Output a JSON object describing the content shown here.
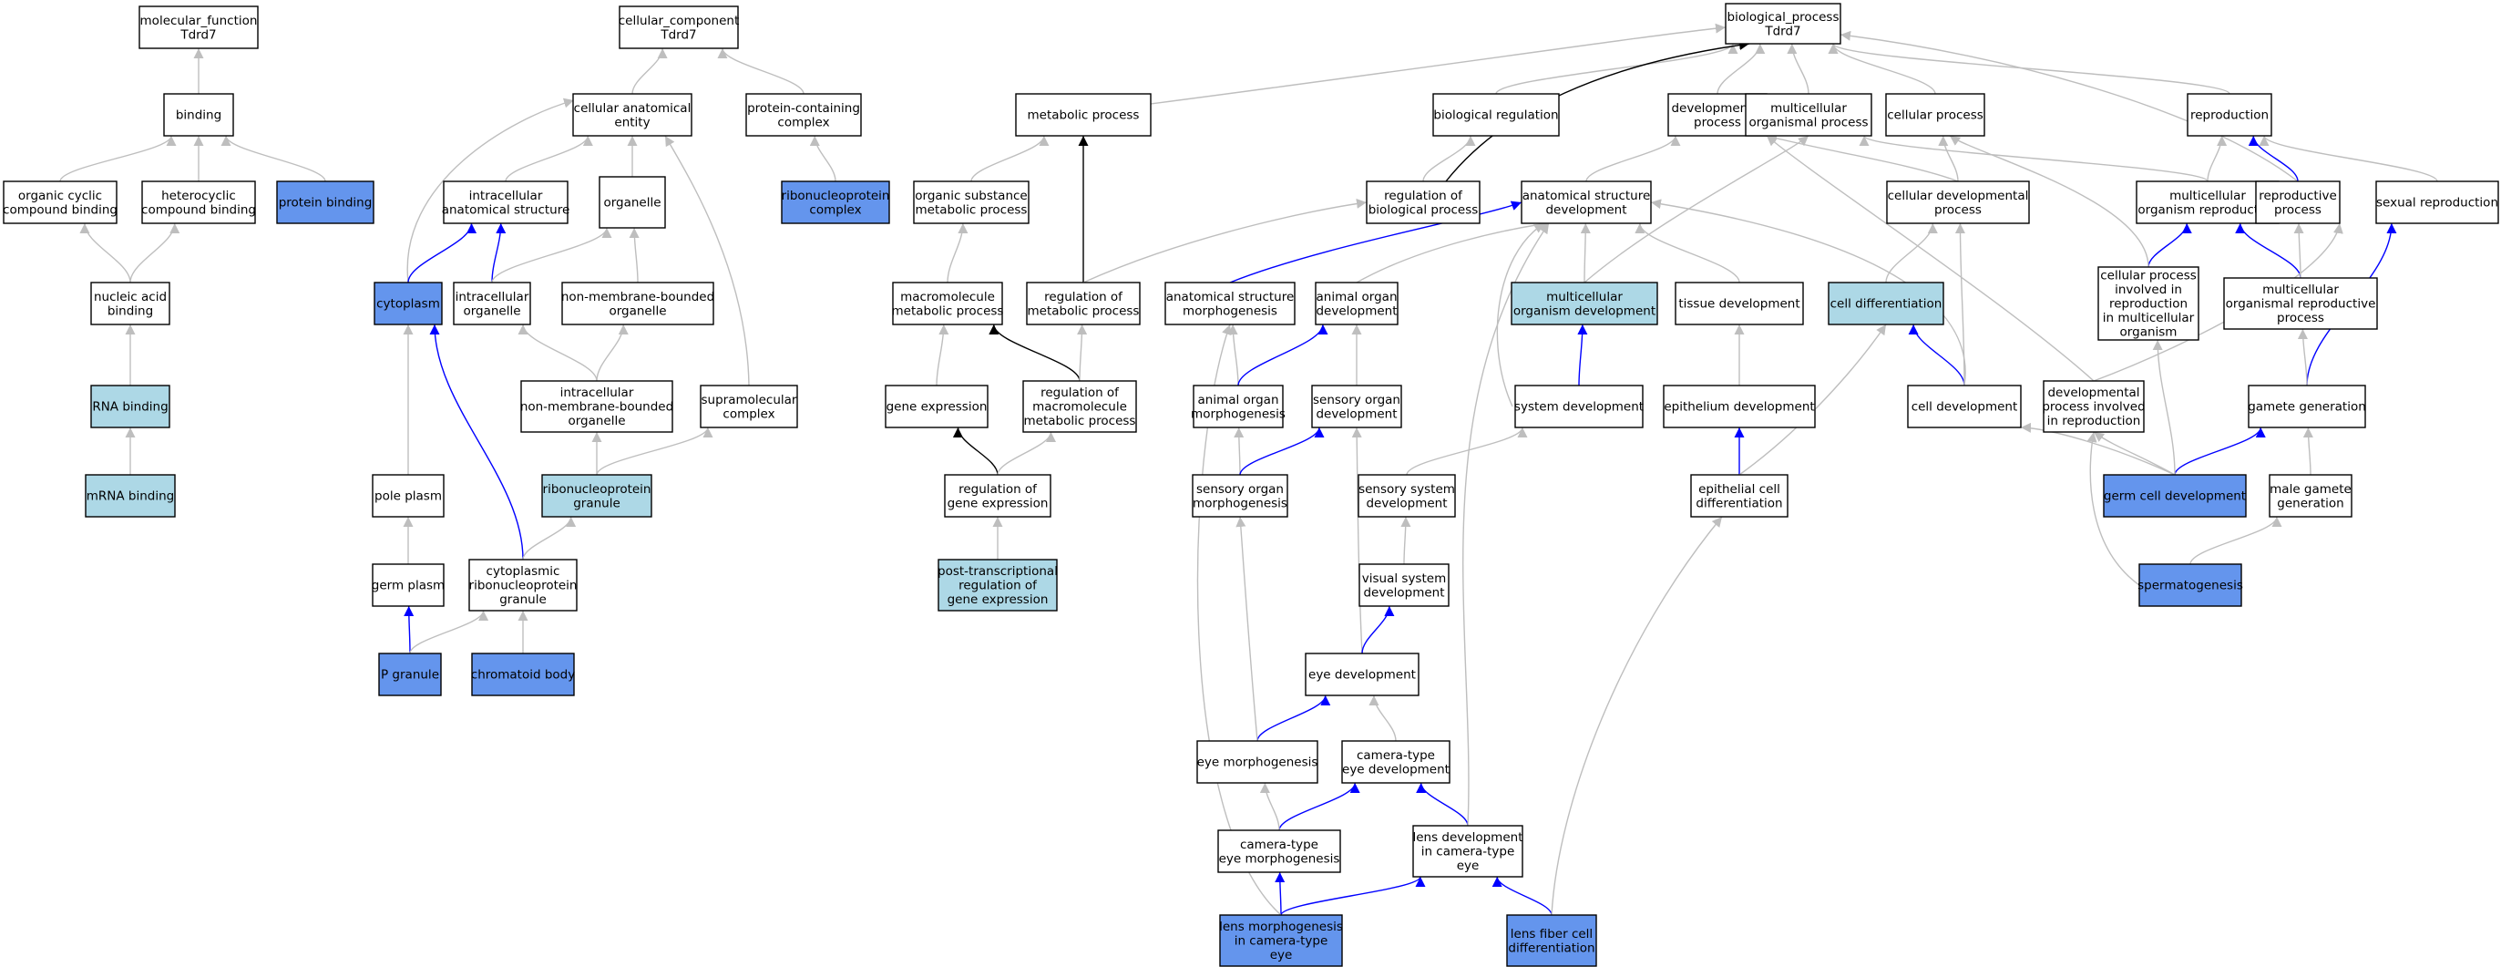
{
  "colors": {
    "node_default": "#ffffff",
    "node_light": "#add8e6",
    "node_dark": "#6495ed",
    "edge_is_a": "#bebebe",
    "edge_part_of": "#0000ff",
    "edge_regulates": "#000000"
  },
  "nodes": [
    {
      "id": "mf",
      "lines": [
        "molecular_function",
        "Tdrd7"
      ],
      "fill": "white"
    },
    {
      "id": "binding",
      "lines": [
        "binding"
      ],
      "fill": "white"
    },
    {
      "id": "ocb",
      "lines": [
        "organic cyclic",
        "compound binding"
      ],
      "fill": "white"
    },
    {
      "id": "hcb",
      "lines": [
        "heterocyclic",
        "compound binding"
      ],
      "fill": "white"
    },
    {
      "id": "protb",
      "lines": [
        "protein binding"
      ],
      "fill": "dark"
    },
    {
      "id": "nab",
      "lines": [
        "nucleic acid",
        "binding"
      ],
      "fill": "white"
    },
    {
      "id": "rnab",
      "lines": [
        "RNA binding"
      ],
      "fill": "light"
    },
    {
      "id": "mrnab",
      "lines": [
        "mRNA binding"
      ],
      "fill": "light"
    },
    {
      "id": "cc",
      "lines": [
        "cellular_component",
        "Tdrd7"
      ],
      "fill": "white"
    },
    {
      "id": "cae",
      "lines": [
        "cellular anatomical",
        "entity"
      ],
      "fill": "white"
    },
    {
      "id": "pcc",
      "lines": [
        "protein-containing",
        "complex"
      ],
      "fill": "white"
    },
    {
      "id": "rnpc",
      "lines": [
        "ribonucleoprotein",
        "complex"
      ],
      "fill": "dark"
    },
    {
      "id": "ias",
      "lines": [
        "intracellular",
        "anatomical structure"
      ],
      "fill": "white"
    },
    {
      "id": "organelle",
      "lines": [
        "organelle"
      ],
      "fill": "white"
    },
    {
      "id": "cytoplasm",
      "lines": [
        "cytoplasm"
      ],
      "fill": "dark"
    },
    {
      "id": "io",
      "lines": [
        "intracellular",
        "organelle"
      ],
      "fill": "white"
    },
    {
      "id": "nmbo",
      "lines": [
        "non-membrane-bounded",
        "organelle"
      ],
      "fill": "white"
    },
    {
      "id": "inmbo",
      "lines": [
        "intracellular",
        "non-membrane-bounded",
        "organelle"
      ],
      "fill": "white"
    },
    {
      "id": "smc",
      "lines": [
        "supramolecular",
        "complex"
      ],
      "fill": "white"
    },
    {
      "id": "pole",
      "lines": [
        "pole plasm"
      ],
      "fill": "white"
    },
    {
      "id": "rnpg",
      "lines": [
        "ribonucleoprotein",
        "granule"
      ],
      "fill": "light"
    },
    {
      "id": "germplasm",
      "lines": [
        "germ plasm"
      ],
      "fill": "white"
    },
    {
      "id": "crnpg",
      "lines": [
        "cytoplasmic",
        "ribonucleoprotein",
        "granule"
      ],
      "fill": "white"
    },
    {
      "id": "pgran",
      "lines": [
        "P granule"
      ],
      "fill": "dark"
    },
    {
      "id": "chromb",
      "lines": [
        "chromatoid body"
      ],
      "fill": "dark"
    },
    {
      "id": "bp",
      "lines": [
        "biological_process",
        "Tdrd7"
      ],
      "fill": "white"
    },
    {
      "id": "metab",
      "lines": [
        "metabolic process"
      ],
      "fill": "white"
    },
    {
      "id": "breg",
      "lines": [
        "biological regulation"
      ],
      "fill": "white"
    },
    {
      "id": "devp",
      "lines": [
        "developmental",
        "process"
      ],
      "fill": "white"
    },
    {
      "id": "mop",
      "lines": [
        "multicellular",
        "organismal process"
      ],
      "fill": "white"
    },
    {
      "id": "cellp",
      "lines": [
        "cellular process"
      ],
      "fill": "white"
    },
    {
      "id": "repro",
      "lines": [
        "reproduction"
      ],
      "fill": "white"
    },
    {
      "id": "osmp",
      "lines": [
        "organic substance",
        "metabolic process"
      ],
      "fill": "white"
    },
    {
      "id": "rbp",
      "lines": [
        "regulation of",
        "biological process"
      ],
      "fill": "white"
    },
    {
      "id": "asd",
      "lines": [
        "anatomical structure",
        "development"
      ],
      "fill": "white"
    },
    {
      "id": "cdp",
      "lines": [
        "cellular developmental",
        "process"
      ],
      "fill": "white"
    },
    {
      "id": "mor",
      "lines": [
        "multicellular",
        "organism reproduction"
      ],
      "fill": "white"
    },
    {
      "id": "rp",
      "lines": [
        "reproductive",
        "process"
      ],
      "fill": "white"
    },
    {
      "id": "sexr",
      "lines": [
        "sexual reproduction"
      ],
      "fill": "white"
    },
    {
      "id": "mmp",
      "lines": [
        "macromolecule",
        "metabolic process"
      ],
      "fill": "white"
    },
    {
      "id": "rmp",
      "lines": [
        "regulation of",
        "metabolic process"
      ],
      "fill": "white"
    },
    {
      "id": "asm",
      "lines": [
        "anatomical structure",
        "morphogenesis"
      ],
      "fill": "white"
    },
    {
      "id": "aod",
      "lines": [
        "animal organ",
        "development"
      ],
      "fill": "white"
    },
    {
      "id": "mod",
      "lines": [
        "multicellular",
        "organism development"
      ],
      "fill": "light"
    },
    {
      "id": "tissue",
      "lines": [
        "tissue development"
      ],
      "fill": "white"
    },
    {
      "id": "celldiff",
      "lines": [
        "cell differentiation"
      ],
      "fill": "light"
    },
    {
      "id": "cpir",
      "lines": [
        "cellular process",
        "involved in",
        "reproduction",
        "in multicellular",
        "organism"
      ],
      "fill": "white"
    },
    {
      "id": "morp",
      "lines": [
        "multicellular",
        "organismal reproductive",
        "process"
      ],
      "fill": "white"
    },
    {
      "id": "geneexp",
      "lines": [
        "gene expression"
      ],
      "fill": "white"
    },
    {
      "id": "rmmp",
      "lines": [
        "regulation of",
        "macromolecule",
        "metabolic process"
      ],
      "fill": "white"
    },
    {
      "id": "aom",
      "lines": [
        "animal organ",
        "morphogenesis"
      ],
      "fill": "white"
    },
    {
      "id": "sod",
      "lines": [
        "sensory organ",
        "development"
      ],
      "fill": "white"
    },
    {
      "id": "sysdev",
      "lines": [
        "system development"
      ],
      "fill": "white"
    },
    {
      "id": "epidev",
      "lines": [
        "epithelium development"
      ],
      "fill": "white"
    },
    {
      "id": "celldev",
      "lines": [
        "cell development"
      ],
      "fill": "white"
    },
    {
      "id": "dpir",
      "lines": [
        "developmental",
        "process involved",
        "in reproduction"
      ],
      "fill": "white"
    },
    {
      "id": "gamgen",
      "lines": [
        "gamete generation"
      ],
      "fill": "white"
    },
    {
      "id": "rge",
      "lines": [
        "regulation of",
        "gene expression"
      ],
      "fill": "white"
    },
    {
      "id": "som",
      "lines": [
        "sensory organ",
        "morphogenesis"
      ],
      "fill": "white"
    },
    {
      "id": "ssd",
      "lines": [
        "sensory system",
        "development"
      ],
      "fill": "white"
    },
    {
      "id": "ecd",
      "lines": [
        "epithelial cell",
        "differentiation"
      ],
      "fill": "white"
    },
    {
      "id": "gcd",
      "lines": [
        "germ cell development"
      ],
      "fill": "dark"
    },
    {
      "id": "mgg",
      "lines": [
        "male gamete",
        "generation"
      ],
      "fill": "white"
    },
    {
      "id": "ptrge",
      "lines": [
        "post-transcriptional",
        "regulation of",
        "gene expression"
      ],
      "fill": "light"
    },
    {
      "id": "vsd",
      "lines": [
        "visual system",
        "development"
      ],
      "fill": "white"
    },
    {
      "id": "spermato",
      "lines": [
        "spermatogenesis"
      ],
      "fill": "dark"
    },
    {
      "id": "eyedev",
      "lines": [
        "eye development"
      ],
      "fill": "white"
    },
    {
      "id": "eyemorph",
      "lines": [
        "eye morphogenesis"
      ],
      "fill": "white"
    },
    {
      "id": "cted",
      "lines": [
        "camera-type",
        "eye development"
      ],
      "fill": "white"
    },
    {
      "id": "ctem",
      "lines": [
        "camera-type",
        "eye morphogenesis"
      ],
      "fill": "white"
    },
    {
      "id": "ldcte",
      "lines": [
        "lens development",
        "in camera-type",
        "eye"
      ],
      "fill": "white"
    },
    {
      "id": "lmcte",
      "lines": [
        "lens morphogenesis",
        "in camera-type",
        "eye"
      ],
      "fill": "dark"
    },
    {
      "id": "lfcd",
      "lines": [
        "lens fiber cell",
        "differentiation"
      ],
      "fill": "dark"
    }
  ],
  "edges": [
    {
      "from": "binding",
      "to": "mf",
      "type": "is_a"
    },
    {
      "from": "ocb",
      "to": "binding",
      "type": "is_a"
    },
    {
      "from": "hcb",
      "to": "binding",
      "type": "is_a"
    },
    {
      "from": "protb",
      "to": "binding",
      "type": "is_a"
    },
    {
      "from": "nab",
      "to": "ocb",
      "type": "is_a"
    },
    {
      "from": "nab",
      "to": "hcb",
      "type": "is_a"
    },
    {
      "from": "rnab",
      "to": "nab",
      "type": "is_a"
    },
    {
      "from": "mrnab",
      "to": "rnab",
      "type": "is_a"
    },
    {
      "from": "cae",
      "to": "cc",
      "type": "is_a"
    },
    {
      "from": "pcc",
      "to": "cc",
      "type": "is_a"
    },
    {
      "from": "rnpc",
      "to": "pcc",
      "type": "is_a"
    },
    {
      "from": "ias",
      "to": "cae",
      "type": "is_a"
    },
    {
      "from": "organelle",
      "to": "cae",
      "type": "is_a"
    },
    {
      "from": "cytoplasm",
      "to": "cae",
      "type": "is_a"
    },
    {
      "from": "smc",
      "to": "cae",
      "type": "is_a"
    },
    {
      "from": "cytoplasm",
      "to": "ias",
      "type": "part_of"
    },
    {
      "from": "io",
      "to": "ias",
      "type": "part_of"
    },
    {
      "from": "io",
      "to": "organelle",
      "type": "is_a"
    },
    {
      "from": "nmbo",
      "to": "organelle",
      "type": "is_a"
    },
    {
      "from": "inmbo",
      "to": "io",
      "type": "is_a"
    },
    {
      "from": "inmbo",
      "to": "nmbo",
      "type": "is_a"
    },
    {
      "from": "rnpg",
      "to": "inmbo",
      "type": "is_a"
    },
    {
      "from": "rnpg",
      "to": "smc",
      "type": "is_a"
    },
    {
      "from": "pole",
      "to": "cytoplasm",
      "type": "is_a"
    },
    {
      "from": "crnpg",
      "to": "cytoplasm",
      "type": "part_of"
    },
    {
      "from": "crnpg",
      "to": "rnpg",
      "type": "is_a"
    },
    {
      "from": "germplasm",
      "to": "pole",
      "type": "is_a"
    },
    {
      "from": "pgran",
      "to": "germplasm",
      "type": "part_of"
    },
    {
      "from": "pgran",
      "to": "crnpg",
      "type": "is_a"
    },
    {
      "from": "chromb",
      "to": "crnpg",
      "type": "is_a"
    },
    {
      "from": "metab",
      "to": "bp",
      "type": "is_a"
    },
    {
      "from": "breg",
      "to": "bp",
      "type": "is_a"
    },
    {
      "from": "devp",
      "to": "bp",
      "type": "is_a"
    },
    {
      "from": "mop",
      "to": "bp",
      "type": "is_a"
    },
    {
      "from": "cellp",
      "to": "bp",
      "type": "is_a"
    },
    {
      "from": "repro",
      "to": "bp",
      "type": "is_a"
    },
    {
      "from": "rp",
      "to": "bp",
      "type": "is_a"
    },
    {
      "from": "rbp",
      "to": "bp",
      "type": "regulates"
    },
    {
      "from": "osmp",
      "to": "metab",
      "type": "is_a"
    },
    {
      "from": "rbp",
      "to": "breg",
      "type": "is_a"
    },
    {
      "from": "asd",
      "to": "devp",
      "type": "is_a"
    },
    {
      "from": "cdp",
      "to": "cellp",
      "type": "is_a"
    },
    {
      "from": "cdp",
      "to": "devp",
      "type": "is_a"
    },
    {
      "from": "mor",
      "to": "mop",
      "type": "is_a"
    },
    {
      "from": "mor",
      "to": "repro",
      "type": "is_a"
    },
    {
      "from": "rp",
      "to": "repro",
      "type": "part_of"
    },
    {
      "from": "sexr",
      "to": "repro",
      "type": "is_a"
    },
    {
      "from": "mmp",
      "to": "osmp",
      "type": "is_a"
    },
    {
      "from": "rmp",
      "to": "metab",
      "type": "regulates"
    },
    {
      "from": "rmp",
      "to": "rbp",
      "type": "is_a"
    },
    {
      "from": "asm",
      "to": "asd",
      "type": "part_of"
    },
    {
      "from": "aod",
      "to": "asd",
      "type": "is_a"
    },
    {
      "from": "mod",
      "to": "asd",
      "type": "is_a"
    },
    {
      "from": "mod",
      "to": "mop",
      "type": "is_a"
    },
    {
      "from": "tissue",
      "to": "asd",
      "type": "is_a"
    },
    {
      "from": "celldiff",
      "to": "cdp",
      "type": "is_a"
    },
    {
      "from": "cpir",
      "to": "mor",
      "type": "part_of"
    },
    {
      "from": "cpir",
      "to": "cellp",
      "type": "is_a"
    },
    {
      "from": "morp",
      "to": "mor",
      "type": "part_of"
    },
    {
      "from": "morp",
      "to": "rp",
      "type": "is_a"
    },
    {
      "from": "geneexp",
      "to": "mmp",
      "type": "is_a"
    },
    {
      "from": "rmmp",
      "to": "mmp",
      "type": "regulates"
    },
    {
      "from": "rmmp",
      "to": "rmp",
      "type": "is_a"
    },
    {
      "from": "aom",
      "to": "asm",
      "type": "is_a"
    },
    {
      "from": "aom",
      "to": "aod",
      "type": "part_of"
    },
    {
      "from": "sod",
      "to": "aod",
      "type": "is_a"
    },
    {
      "from": "sysdev",
      "to": "mod",
      "type": "part_of"
    },
    {
      "from": "sysdev",
      "to": "asd",
      "type": "is_a"
    },
    {
      "from": "epidev",
      "to": "tissue",
      "type": "is_a"
    },
    {
      "from": "celldev",
      "to": "celldiff",
      "type": "part_of"
    },
    {
      "from": "celldev",
      "to": "cdp",
      "type": "is_a"
    },
    {
      "from": "celldev",
      "to": "asd",
      "type": "is_a"
    },
    {
      "from": "dpir",
      "to": "devp",
      "type": "is_a"
    },
    {
      "from": "dpir",
      "to": "rp",
      "type": "is_a"
    },
    {
      "from": "gamgen",
      "to": "sexr",
      "type": "part_of"
    },
    {
      "from": "gamgen",
      "to": "morp",
      "type": "is_a"
    },
    {
      "from": "rge",
      "to": "geneexp",
      "type": "regulates"
    },
    {
      "from": "rge",
      "to": "rmmp",
      "type": "is_a"
    },
    {
      "from": "som",
      "to": "aom",
      "type": "is_a"
    },
    {
      "from": "som",
      "to": "sod",
      "type": "part_of"
    },
    {
      "from": "ssd",
      "to": "sysdev",
      "type": "is_a"
    },
    {
      "from": "ecd",
      "to": "epidev",
      "type": "part_of"
    },
    {
      "from": "ecd",
      "to": "celldiff",
      "type": "is_a"
    },
    {
      "from": "gcd",
      "to": "gamgen",
      "type": "part_of"
    },
    {
      "from": "gcd",
      "to": "celldev",
      "type": "is_a"
    },
    {
      "from": "gcd",
      "to": "cpir",
      "type": "is_a"
    },
    {
      "from": "gcd",
      "to": "dpir",
      "type": "is_a"
    },
    {
      "from": "mgg",
      "to": "gamgen",
      "type": "is_a"
    },
    {
      "from": "ptrge",
      "to": "rge",
      "type": "is_a"
    },
    {
      "from": "vsd",
      "to": "ssd",
      "type": "is_a"
    },
    {
      "from": "spermato",
      "to": "mgg",
      "type": "is_a"
    },
    {
      "from": "spermato",
      "to": "dpir",
      "type": "is_a"
    },
    {
      "from": "eyedev",
      "to": "sod",
      "type": "is_a"
    },
    {
      "from": "eyedev",
      "to": "vsd",
      "type": "part_of"
    },
    {
      "from": "eyemorph",
      "to": "eyedev",
      "type": "part_of"
    },
    {
      "from": "eyemorph",
      "to": "som",
      "type": "is_a"
    },
    {
      "from": "cted",
      "to": "eyedev",
      "type": "is_a"
    },
    {
      "from": "ctem",
      "to": "cted",
      "type": "part_of"
    },
    {
      "from": "ctem",
      "to": "eyemorph",
      "type": "is_a"
    },
    {
      "from": "ldcte",
      "to": "cted",
      "type": "part_of"
    },
    {
      "from": "ldcte",
      "to": "asd",
      "type": "is_a"
    },
    {
      "from": "lmcte",
      "to": "ctem",
      "type": "part_of"
    },
    {
      "from": "lmcte",
      "to": "ldcte",
      "type": "part_of"
    },
    {
      "from": "lmcte",
      "to": "asm",
      "type": "is_a"
    },
    {
      "from": "lfcd",
      "to": "ldcte",
      "type": "part_of"
    },
    {
      "from": "lfcd",
      "to": "ecd",
      "type": "is_a"
    }
  ]
}
